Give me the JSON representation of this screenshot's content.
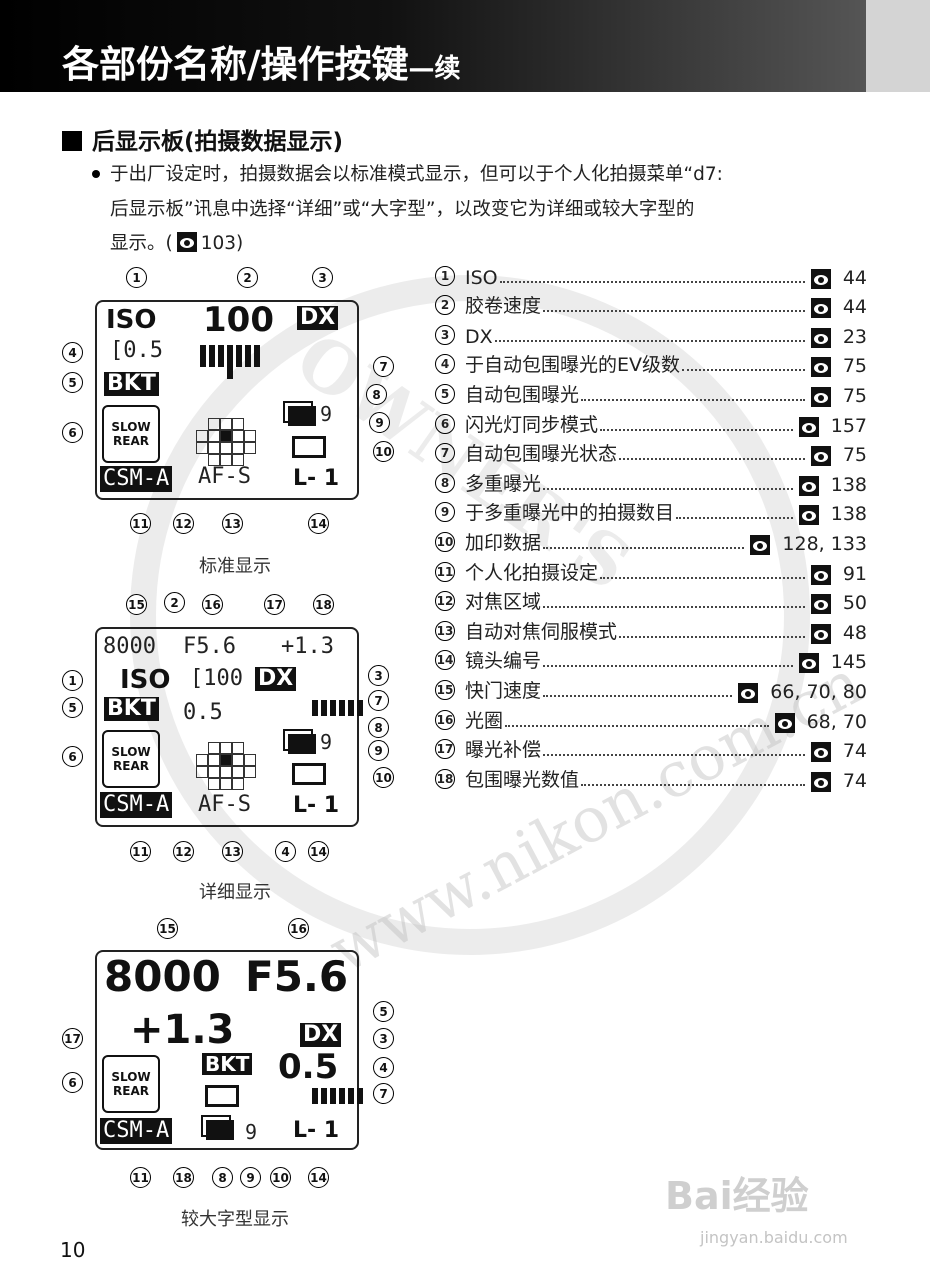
{
  "header": {
    "title": "各部份名称/操作按键",
    "suffix": "—续"
  },
  "section": {
    "title": "后显示板(拍摄数据显示)",
    "lines": [
      "于出厂设定时，拍摄数据会以标准模式显示，但可以于个人化拍摄菜单“d7:",
      "后显示板”讯息中选择“详细”或“大字型”，以改变它为详细或较大字型的"
    ],
    "line3_prefix": "显示。(",
    "line3_ref": "103",
    "line3_suffix": ")"
  },
  "legend": [
    {
      "num": "1",
      "label": "ISO",
      "pages": "44"
    },
    {
      "num": "2",
      "label": "胶卷速度",
      "pages": "44"
    },
    {
      "num": "3",
      "label": "DX",
      "pages": "23"
    },
    {
      "num": "4",
      "label": "于自动包围曝光的EV级数",
      "pages": "75"
    },
    {
      "num": "5",
      "label": "自动包围曝光",
      "pages": "75"
    },
    {
      "num": "6",
      "label": "闪光灯同步模式",
      "pages": "157"
    },
    {
      "num": "7",
      "label": "自动包围曝光状态",
      "pages": "75"
    },
    {
      "num": "8",
      "label": "多重曝光",
      "pages": "138"
    },
    {
      "num": "9",
      "label": "于多重曝光中的拍摄数目",
      "pages": "138"
    },
    {
      "num": "10",
      "label": "加印数据",
      "pages": "128, 133"
    },
    {
      "num": "11",
      "label": "个人化拍摄设定",
      "pages": "91"
    },
    {
      "num": "12",
      "label": "对焦区域",
      "pages": "50"
    },
    {
      "num": "13",
      "label": "自动对焦伺服模式",
      "pages": "48"
    },
    {
      "num": "14",
      "label": "镜头编号",
      "pages": "145"
    },
    {
      "num": "15",
      "label": "快门速度",
      "pages": "66, 70, 80"
    },
    {
      "num": "16",
      "label": "光圈",
      "pages": "68, 70"
    },
    {
      "num": "17",
      "label": "曝光补偿",
      "pages": "74"
    },
    {
      "num": "18",
      "label": "包围曝光数值",
      "pages": "74"
    }
  ],
  "diagrams": [
    {
      "caption": "标准显示",
      "lcd": {
        "iso": "ISO",
        "film_speed": "100",
        "dx": "DX",
        "ev_step": "[0.5",
        "bkt": "BKT",
        "slow": "SLOW",
        "rear": "REAR",
        "csm": "CSM-A",
        "af_mode": "AF-S",
        "lens": "L- 1",
        "multi_count": "9"
      },
      "callouts": [
        "1",
        "2",
        "3",
        "4",
        "5",
        "6",
        "7",
        "8",
        "9",
        "10",
        "11",
        "12",
        "13",
        "14"
      ]
    },
    {
      "caption": "详细显示",
      "lcd": {
        "shutter": "8000",
        "aperture": "F5.6",
        "comp": "+1.3",
        "iso": "ISO",
        "film_speed": "[100",
        "dx": "DX",
        "bkt": "BKT",
        "ev_step": "0.5",
        "slow": "SLOW",
        "rear": "REAR",
        "csm": "CSM-A",
        "af_mode": "AF-S",
        "lens": "L- 1",
        "multi_count": "9"
      },
      "callouts": [
        "15",
        "2",
        "16",
        "17",
        "18",
        "1",
        "5",
        "6",
        "3",
        "7",
        "8",
        "9",
        "10",
        "11",
        "12",
        "13",
        "4",
        "14"
      ]
    },
    {
      "caption": "较大字型显示",
      "lcd": {
        "shutter": "8000",
        "aperture": "F5.6",
        "comp": "+1.3",
        "dx": "DX",
        "bkt": "BKT",
        "ev_step": "0.5",
        "slow": "SLOW",
        "rear": "REAR",
        "csm": "CSM-A",
        "lens": "L- 1",
        "multi_count": "9"
      },
      "callouts": [
        "15",
        "16",
        "17",
        "5",
        "3",
        "4",
        "6",
        "7",
        "11",
        "18",
        "8",
        "9",
        "10",
        "14"
      ]
    }
  ],
  "watermark": {
    "arc_text": "OWNER'S",
    "url_text": "www.nikon.com.cn"
  },
  "baidu": {
    "logo": "Bai经验",
    "url": "jingyan.baidu.com"
  },
  "page_number": "10",
  "colors": {
    "banner": "#000000",
    "banner_side": "#d4d4d4",
    "text": "#111111"
  }
}
